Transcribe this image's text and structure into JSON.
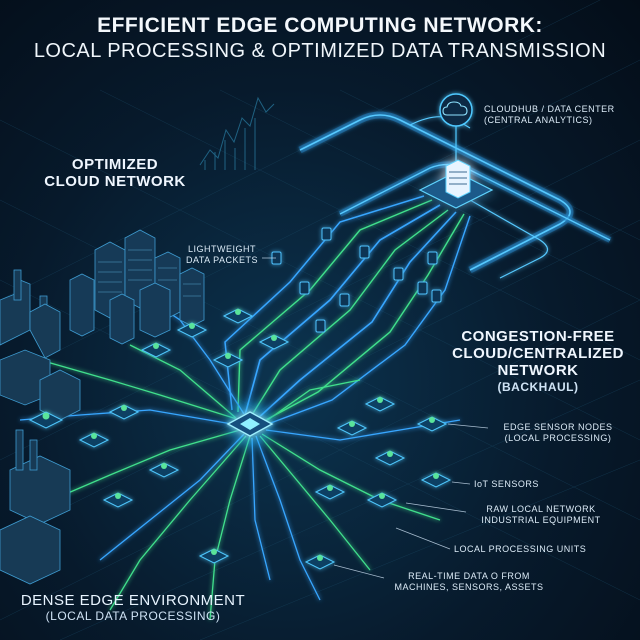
{
  "title": {
    "line1": "EFFICIENT EDGE COMPUTING NETWORK:",
    "line2": "LOCAL PROCESSING & OPTIMIZED DATA TRANSMISSION"
  },
  "labels": {
    "cloud_hub": [
      "CLOUDHUB / DATA CENTER",
      "(CENTRAL ANALYTICS)"
    ],
    "optimized_cloud_network": [
      "OPTIMIZED",
      "CLOUD NETWORK"
    ],
    "lightweight_packets": [
      "LIGHTWEIGHT",
      "DATA PACKETS"
    ],
    "congestion_free": {
      "lines": [
        "CONGESTION-FREE",
        "CLOUD/CENTRALIZED",
        "NETWORK"
      ],
      "sub": "(BACKHAUL)"
    },
    "edge_sensor_nodes": [
      "EDGE SENSOR NODES",
      "(LOCAL PROCESSING)"
    ],
    "iot_sensors": "IoT SENSORS",
    "raw_local_network": [
      "RAW LOCAL NETWORK",
      "INDUSTRIAL EQUIPMENT"
    ],
    "local_processing_units": "LOCAL PROCESSING UNITS",
    "real_time_data": [
      "REAL-TIME DATA O FROM",
      "MACHINES, SENSORS, ASSETS"
    ],
    "dense_edge": {
      "line": "DENSE EDGE ENVIRONMENT",
      "sub": "(LOCAL DATA PROCESSING)"
    }
  },
  "colors": {
    "background": "#061322",
    "glow_cyan": "#38d8ff",
    "glow_green": "#39e27a",
    "node_blue": "#3fa8ff",
    "building": "#1b3f5c",
    "text": "#e8f4ff"
  },
  "icons": {
    "hub": "cloud-icon",
    "server": "server-rack-icon",
    "edge_node": "wifi-signal-icon",
    "central_processor": "chip-icon"
  }
}
